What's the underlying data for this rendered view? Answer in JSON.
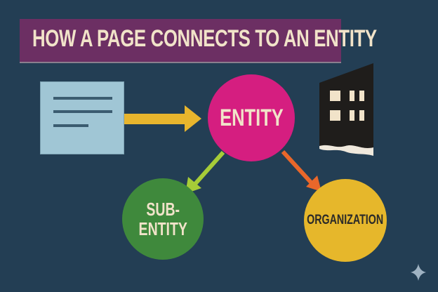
{
  "title": "HOW A PAGE CONNECTS TO AN ENTITY",
  "nodes": {
    "page": {
      "label": "",
      "icon": "document-icon",
      "color": "#a0c6d5"
    },
    "entity": {
      "label": "ENTITY",
      "color": "#d51e80"
    },
    "sub_entity": {
      "label_line1": "SUB-",
      "label_line2": "ENTITY",
      "color": "#3f893c"
    },
    "organization": {
      "label": "ORGANIZATION",
      "color": "#e6b72b"
    },
    "building": {
      "icon": "building-icon",
      "color": "#1f1d1b"
    }
  },
  "edges": [
    {
      "from": "page",
      "to": "entity",
      "color": "#e8b52d"
    },
    {
      "from": "entity",
      "to": "sub_entity",
      "color": "#a6cc38"
    },
    {
      "from": "entity",
      "to": "organization",
      "color": "#e9672a"
    }
  ],
  "colors": {
    "background": "#233e54",
    "banner": "#6c2f63",
    "text_light": "#f1e3c9",
    "text_dark": "#2b2a28"
  },
  "watermark": {
    "icon": "sparkle-icon"
  }
}
